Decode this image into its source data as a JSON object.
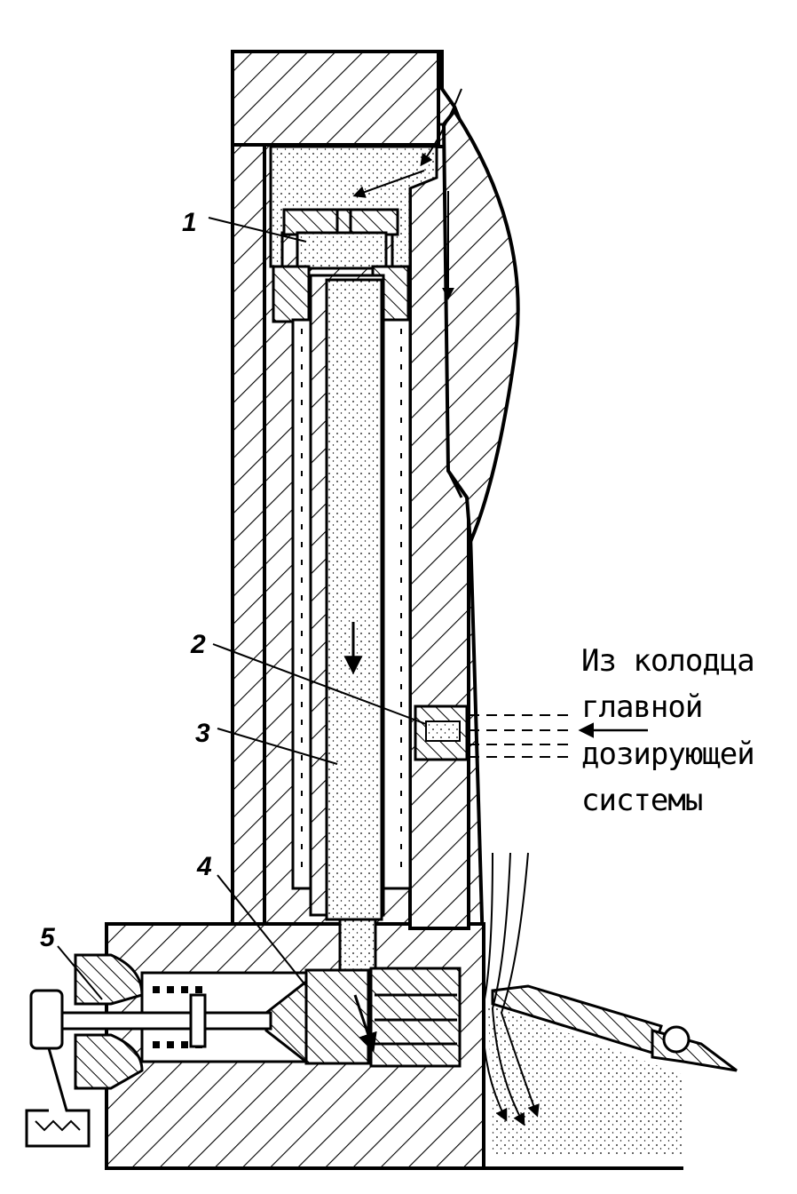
{
  "labels": {
    "n1": "1",
    "n2": "2",
    "n3": "3",
    "n4": "4",
    "n5": "5"
  },
  "annotation": {
    "line1": "Из колодца",
    "line2": "главной",
    "line3": "дозирующей",
    "line4": "системы"
  },
  "colors": {
    "ink": "#000000",
    "paper": "#ffffff"
  }
}
